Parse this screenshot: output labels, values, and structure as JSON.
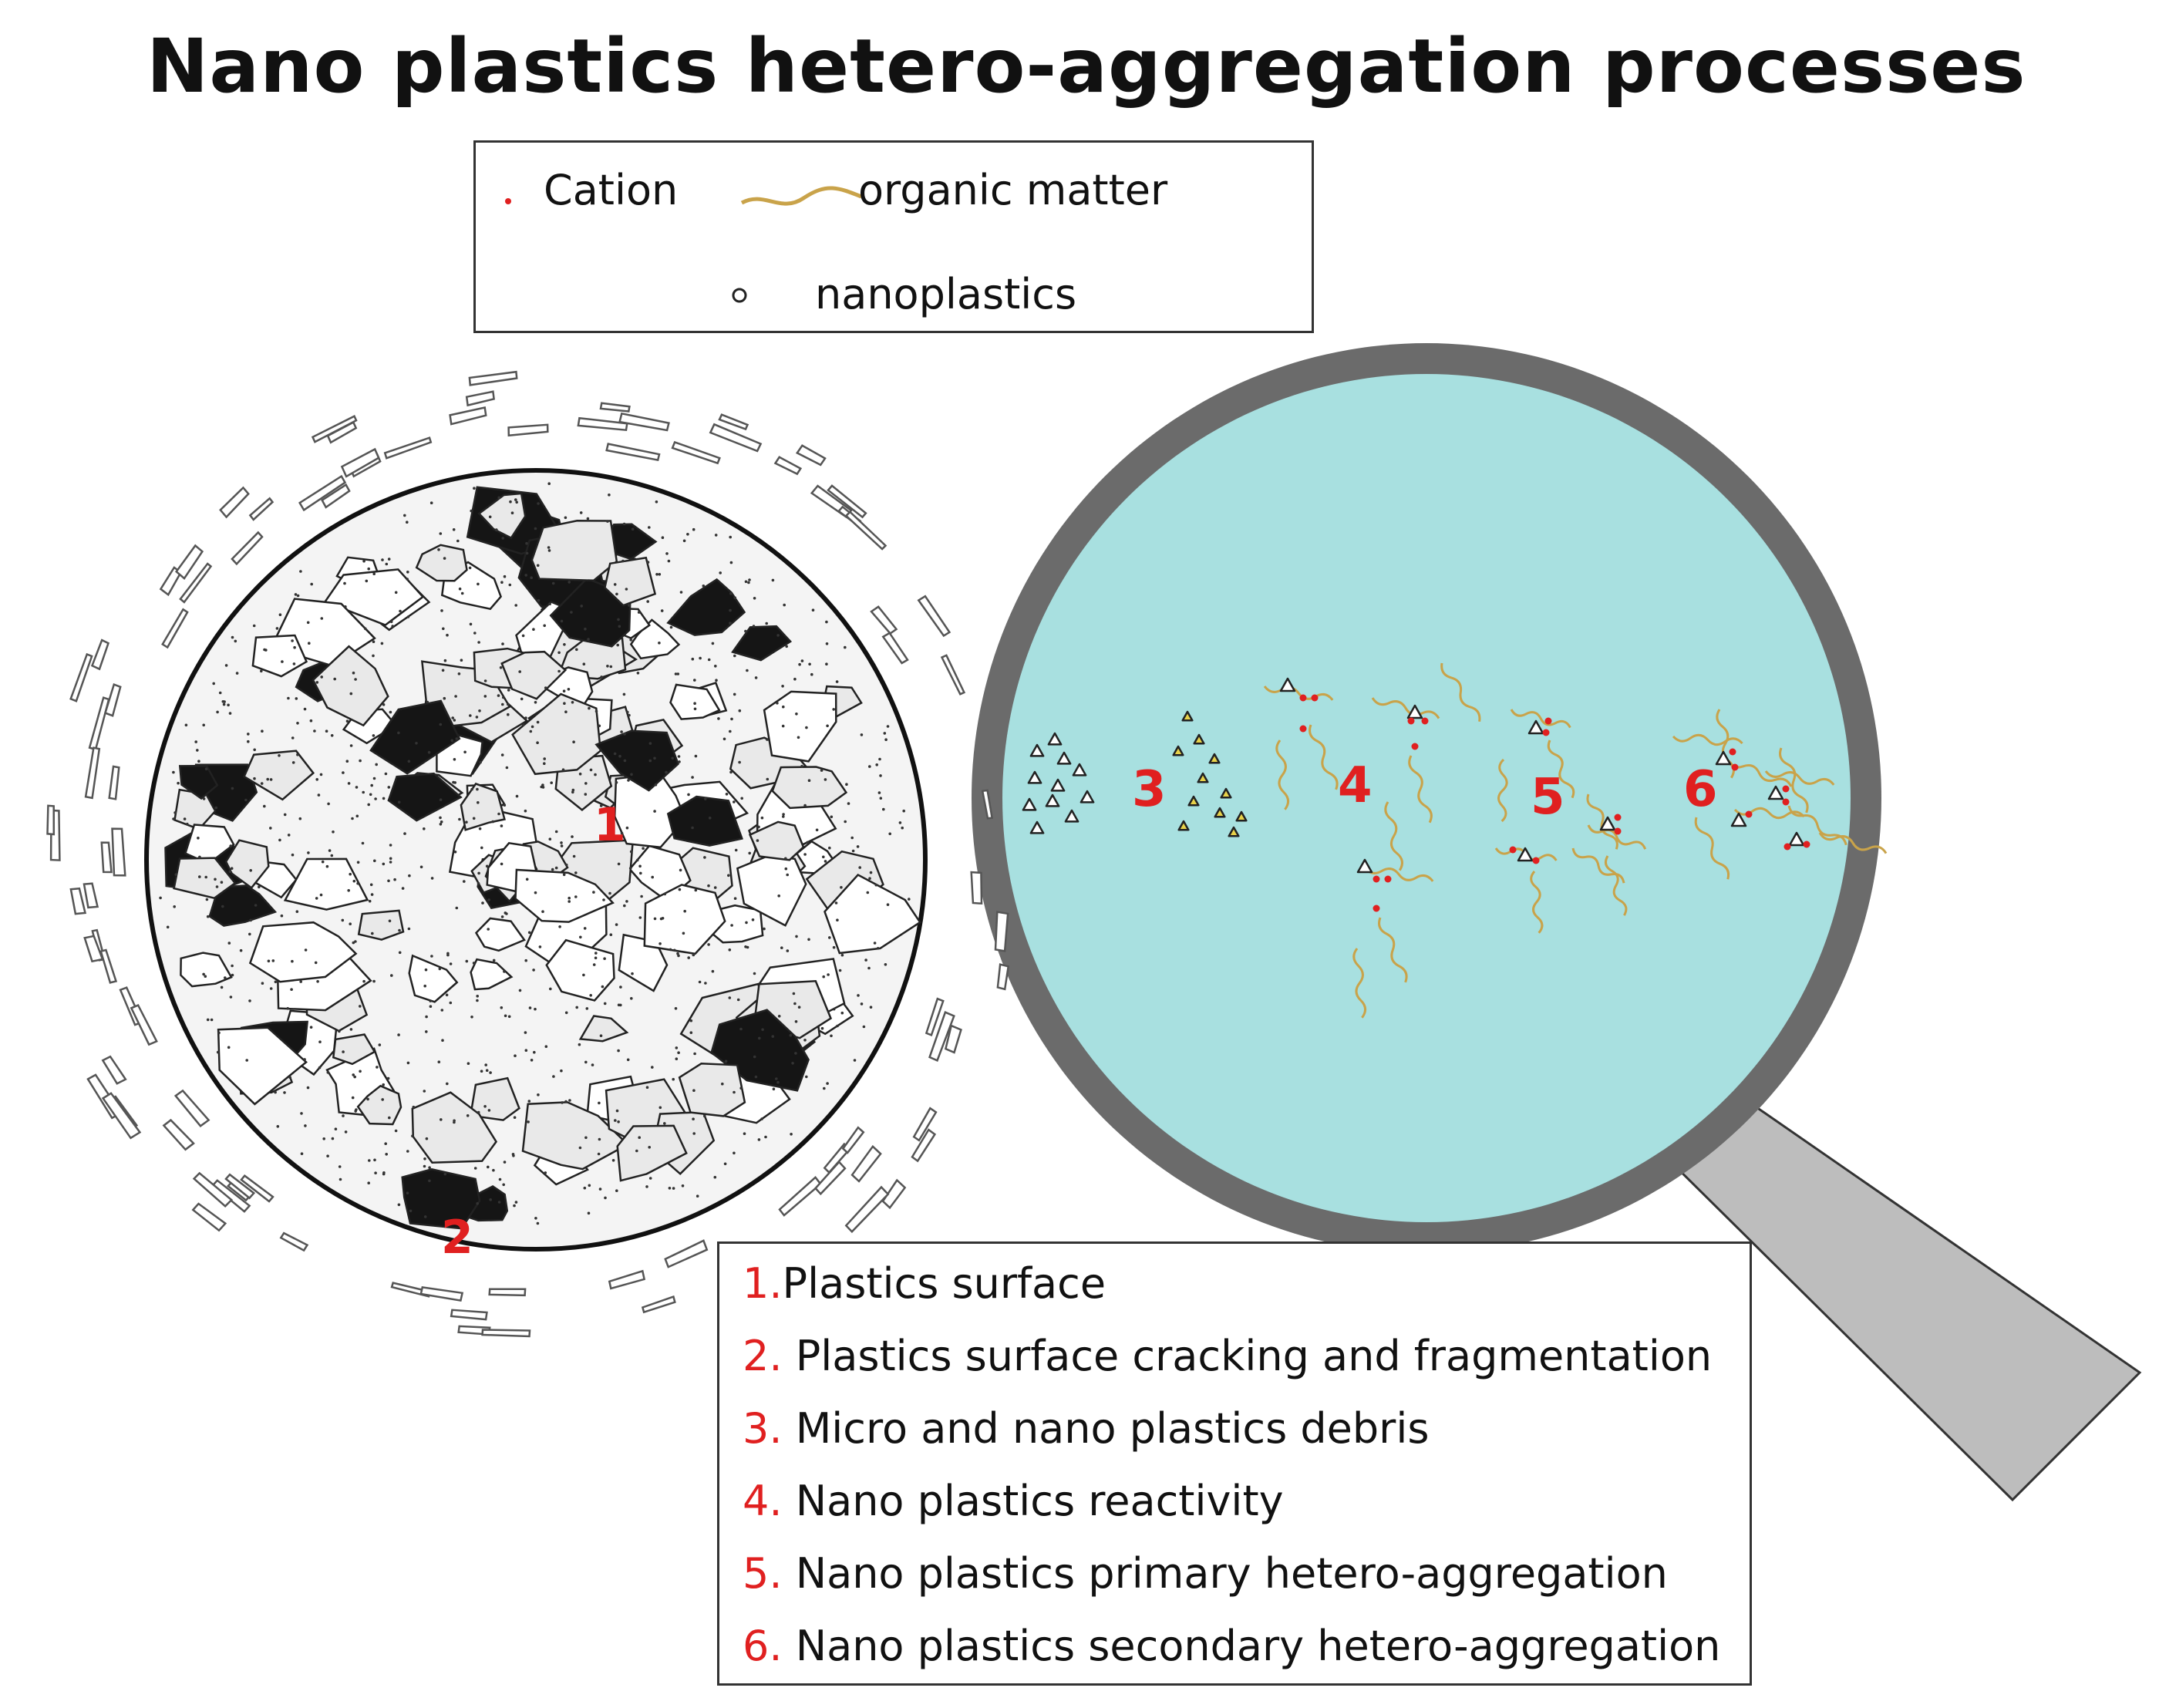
{
  "title": "Nano plastics hetero-aggregation processes",
  "legend": {
    "cation": "Cation",
    "organic_matter": "organic matter",
    "nanoplastics": "nanoplastics"
  },
  "markers": {
    "m1": "1",
    "m2": "2",
    "m3": "3",
    "m4": "4",
    "m5": "5",
    "m6": "6"
  },
  "steps": [
    {
      "num": "1.",
      "text": "Plastics surface"
    },
    {
      "num": "2.",
      "text": "Plastics surface cracking and fragmentation"
    },
    {
      "num": "3.",
      "text": "Micro and nano plastics  debris"
    },
    {
      "num": "4.",
      "text": "Nano plastics reactivity"
    },
    {
      "num": "5.",
      "text": "Nano plastics primary hetero-aggregation"
    },
    {
      "num": "6.",
      "text": "Nano plastics secondary hetero-aggregation"
    }
  ],
  "colors": {
    "cation": "#e02020",
    "organic_matter": "#c9a34a",
    "lens_fill": "#a8e0e0",
    "lens_rim": "#6b6b6b",
    "handle": "#bdbdbd",
    "number_red": "#e02020"
  }
}
